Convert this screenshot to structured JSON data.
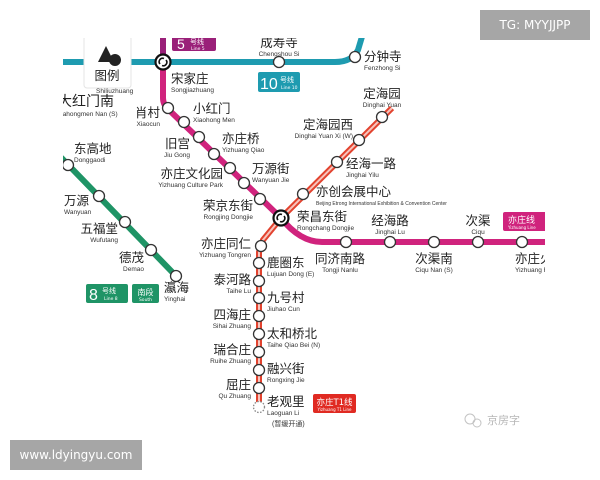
{
  "colors": {
    "line10": "#1e9bb0",
    "line5": "#9a2079",
    "yizhuang": "#d0237d",
    "t1": "#e2432f",
    "line8": "#1f9466",
    "watermark": "#a6a6a6"
  },
  "legend": {
    "label": "图例",
    "icon": "legend-shapes-icon"
  },
  "badges": {
    "line5": {
      "num": "5",
      "zh": "号线",
      "en": "Line 5"
    },
    "line10": {
      "num": "10",
      "zh": "号线",
      "en": "Line 10"
    },
    "line8": {
      "num": "8",
      "zh": "号线",
      "en": "Line 8"
    },
    "line8_south": {
      "zh": "南段",
      "en": "South"
    },
    "yizhuang": {
      "zh": "亦庄线",
      "en": "Yizhuang Line"
    },
    "t1": {
      "zh": "亦庄T1线",
      "en": "Yizhuang T1 Line"
    }
  },
  "other_labels": {
    "dahongmen_zh": "大红门南",
    "dahongmen_en": "Dahongmen Nan (S)",
    "shiliuzhuang_en": "Shiliuzhuang",
    "laoguan_note": "(暂缓开通)"
  },
  "stations": [
    {
      "id": "chengshou",
      "line": "line10",
      "zh": "成寿寺",
      "en": "Chengshou Si"
    },
    {
      "id": "fenzhong",
      "line": "line10",
      "zh": "分钟寺",
      "en": "Fenzhong Si"
    },
    {
      "id": "songjiazhuang",
      "line": "interchange",
      "zh": "宋家庄",
      "en": "Songjiazhuang"
    },
    {
      "id": "xiaocun",
      "line": "yizhuang",
      "zh": "肖村",
      "en": "Xiaocun"
    },
    {
      "id": "xiaohongmen",
      "line": "yizhuang",
      "zh": "小红门",
      "en": "Xiaohong Men"
    },
    {
      "id": "jiugong",
      "line": "yizhuang",
      "zh": "旧宫",
      "en": "Jiu Gong"
    },
    {
      "id": "yizhuangqiao",
      "line": "yizhuang",
      "zh": "亦庄桥",
      "en": "Yizhuang Qiao"
    },
    {
      "id": "wanyuanjie",
      "line": "yizhuang",
      "zh": "万源街",
      "en": "Wanyuan Jie"
    },
    {
      "id": "culturepark",
      "line": "yizhuang",
      "zh": "亦庄文化园",
      "en": "Yizhuang Culture Park"
    },
    {
      "id": "rongjing",
      "line": "yizhuang",
      "zh": "荣京东街",
      "en": "Rongjing Dongjie"
    },
    {
      "id": "rongchang",
      "line": "interchange",
      "zh": "荣昌东街",
      "en": "Rongchang Dongjie"
    },
    {
      "id": "tongji",
      "line": "yizhuang",
      "zh": "同济南路",
      "en": "Tongji Nanlu"
    },
    {
      "id": "jinghailu",
      "line": "yizhuang",
      "zh": "经海路",
      "en": "Jinghai Lu"
    },
    {
      "id": "ciqunan",
      "line": "yizhuang",
      "zh": "次渠南",
      "en": "Ciqu Nan (S)"
    },
    {
      "id": "ciqu",
      "line": "yizhuang",
      "zh": "次渠",
      "en": "Ciqu"
    },
    {
      "id": "railway",
      "line": "yizhuang",
      "zh": "亦庄火车",
      "en": "Yizhuang Railwa"
    },
    {
      "id": "dinghaiyuan",
      "line": "t1",
      "zh": "定海园",
      "en": "Dinghai Yuan"
    },
    {
      "id": "dinghaiyuanxi",
      "line": "t1",
      "zh": "定海园西",
      "en": "Dinghai Yuan Xi (W)"
    },
    {
      "id": "jinghaiyilu",
      "line": "t1",
      "zh": "经海一路",
      "en": "Jinghai Yilu"
    },
    {
      "id": "etrong",
      "line": "t1",
      "zh": "亦创会展中心",
      "en": "Beijing Etrong International Exhibition & Convention Center"
    },
    {
      "id": "tongren",
      "line": "t1",
      "zh": "亦庄同仁",
      "en": "Yizhuang Tongren"
    },
    {
      "id": "lujuan",
      "line": "t1",
      "zh": "鹿圈东",
      "en": "Lujuan Dong (E)"
    },
    {
      "id": "taihelu",
      "line": "t1",
      "zh": "泰河路",
      "en": "Taihe Lu"
    },
    {
      "id": "jiuhao",
      "line": "t1",
      "zh": "九号村",
      "en": "Jiuhao Cun"
    },
    {
      "id": "sihai",
      "line": "t1",
      "zh": "四海庄",
      "en": "Sihai Zhuang"
    },
    {
      "id": "taiheqiao",
      "line": "t1",
      "zh": "太和桥北",
      "en": "Taihe Qiao Bei (N)"
    },
    {
      "id": "ruihe",
      "line": "t1",
      "zh": "瑞合庄",
      "en": "Ruihe Zhuang"
    },
    {
      "id": "rongxing",
      "line": "t1",
      "zh": "融兴街",
      "en": "Rongxing Jie"
    },
    {
      "id": "quzhuang",
      "line": "t1",
      "zh": "屈庄",
      "en": "Qu Zhuang"
    },
    {
      "id": "laoguan",
      "line": "t1",
      "zh": "老观里",
      "en": "Laoguan Li",
      "status": "planned"
    },
    {
      "id": "donggaodi",
      "line": "line8",
      "zh": "东高地",
      "en": "Donggaodi"
    },
    {
      "id": "wanyuan",
      "line": "line8",
      "zh": "万源",
      "en": "Wanyuan"
    },
    {
      "id": "wufutang",
      "line": "line8",
      "zh": "五福堂",
      "en": "Wufutang"
    },
    {
      "id": "demao",
      "line": "line8",
      "zh": "德茂",
      "en": "Demao"
    },
    {
      "id": "yinghai",
      "line": "line8",
      "zh": "瀛海",
      "en": "Yinghai"
    }
  ],
  "watermark": {
    "text": "京房字",
    "icon": "wechat-icon"
  },
  "overlays": {
    "tg": "TG: MYYJJPP",
    "site": "www.ldyingyu.com"
  }
}
